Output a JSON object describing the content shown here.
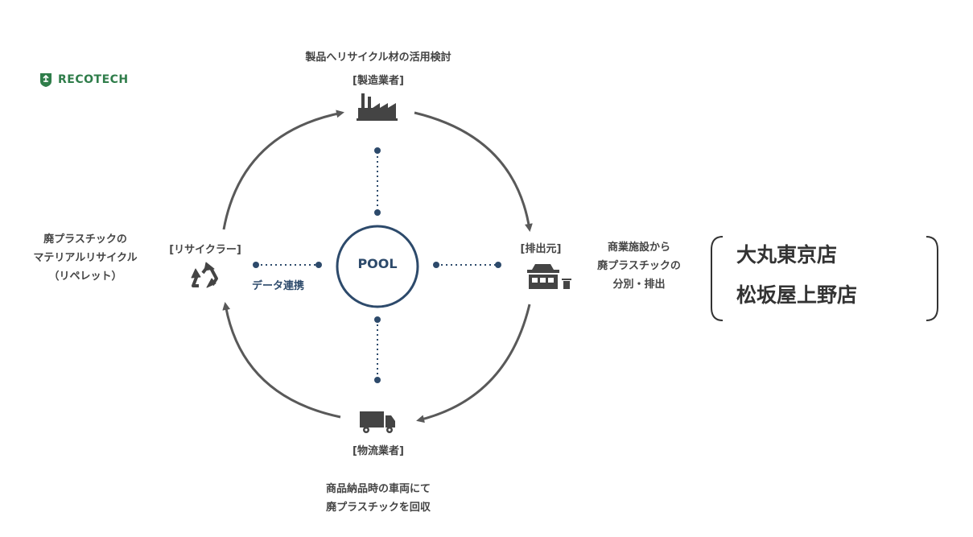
{
  "logo": {
    "text": "RECOTECH",
    "icon": "recycle-shield-icon",
    "color": "#2f7d4a"
  },
  "center": {
    "label": "POOL",
    "link_label": "データ連携",
    "color": "#2d4a6b"
  },
  "nodes": {
    "top": {
      "desc": "製品へリサイクル材の活用検討",
      "role": "[製造業者]",
      "icon": "factory-icon"
    },
    "right": {
      "role": "[排出元]",
      "icon": "store-trash-icon",
      "desc": [
        "商業施設から",
        "廃プラスチックの",
        "分別・排出"
      ]
    },
    "bottom": {
      "role": "[物流業者]",
      "icon": "truck-icon",
      "desc": [
        "商品納品時の車両にて",
        "廃プラスチックを回収"
      ]
    },
    "left": {
      "role": "[リサイクラー]",
      "icon": "recycle-icon",
      "desc": [
        "廃プラスチックの",
        "マテリアルリサイクル",
        "（リペレット）"
      ]
    }
  },
  "stores": [
    "大丸東京店",
    "松坂屋上野店"
  ],
  "colors": {
    "arrow": "#595959",
    "dots": "#2d4a6b"
  }
}
